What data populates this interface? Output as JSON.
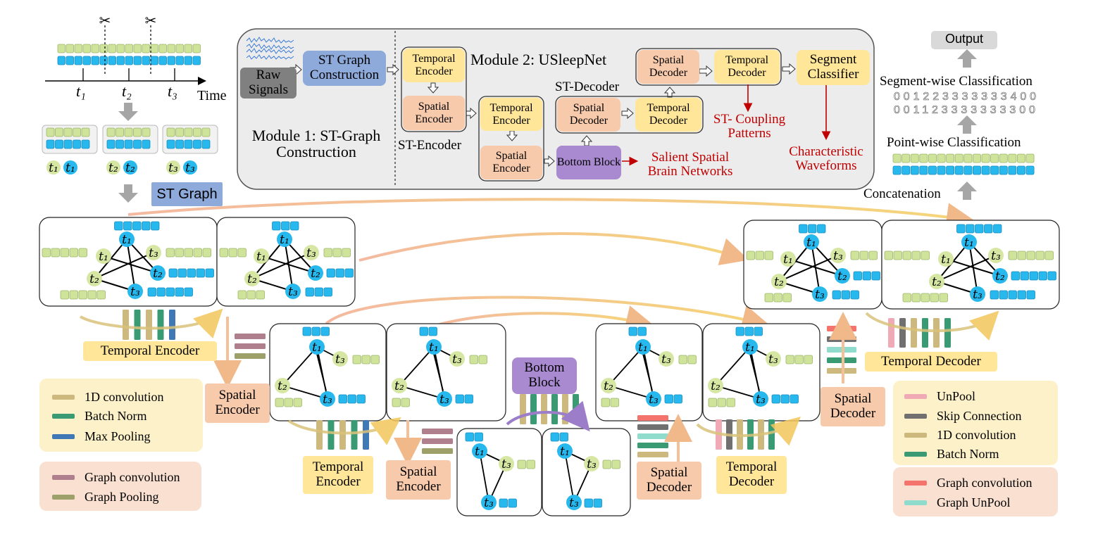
{
  "colors": {
    "green_cell": "#cfe39a",
    "blue_cell": "#27b9ee",
    "node_green": "#d6e7a3",
    "node_blue": "#27b9ee",
    "yellow": "#ffe699",
    "orange": "#f7caac",
    "purple": "#a98ad1",
    "blue_box": "#8eaadb",
    "gray_box": "#808080",
    "red": "#c00000",
    "conv": "#cdb87e",
    "bn": "#3a9a74",
    "maxpool": "#3f78b5",
    "graph_conv": "#b07f8e",
    "graph_pool": "#9ea06a",
    "unpool": "#f0aab6",
    "skip": "#707070",
    "graph_conv_dec": "#f4736c",
    "graph_unpool": "#8fdccd"
  },
  "top_left": {
    "time_label": "Time",
    "ticks": [
      "t₁",
      "t₂",
      "t₃"
    ],
    "node_pairs": [
      [
        "t₁",
        "t₁"
      ],
      [
        "t₂",
        "t₂"
      ],
      [
        "t₃",
        "t₃"
      ]
    ],
    "st_graph_label": "ST Graph"
  },
  "module": {
    "raw_signals": "Raw Signals",
    "st_graph_construction": "ST Graph Construction",
    "module1_title": "Module 1: ST-Graph Construction",
    "module2_title": "Module 2: USleepNet",
    "temporal_encoder": "Temporal Encoder",
    "spatial_encoder": "Spatial Encoder",
    "st_encoder": "ST-Encoder",
    "bottom_block": "Bottom Block",
    "st_decoder": "ST-Decoder",
    "spatial_decoder": "Spatial Decoder",
    "temporal_decoder": "Temporal Decoder",
    "segment_classifier": "Segment Classifier",
    "st_coupling": "ST- Coupling Patterns",
    "characteristic": "Characteristic Waveforms",
    "salient": "Salient Spatial Brain Networks"
  },
  "right_top": {
    "output": "Output",
    "segment_wise": "Segment-wise Classification",
    "seg_row1": "001223333333400",
    "seg_row2": "001123333333300",
    "point_wise": "Point-wise Classification",
    "concatenation": "Concatenation"
  },
  "graph_nodes": {
    "t1": "t₁",
    "t2": "t₂",
    "t3": "t₃"
  },
  "labels": {
    "temporal_encoder": "Temporal Encoder",
    "spatial_encoder": "Spatial Encoder",
    "bottom_block": "Bottom Block",
    "spatial_decoder": "Spatial Decoder",
    "temporal_decoder": "Temporal Decoder"
  },
  "legend_left_1": [
    "1D convolution",
    "Batch Norm",
    "Max Pooling"
  ],
  "legend_left_2": [
    "Graph convolution",
    "Graph Pooling"
  ],
  "legend_right_1": [
    "UnPool",
    "Skip Connection",
    "1D convolution",
    "Batch Norm"
  ],
  "legend_right_2": [
    "Graph convolution",
    "Graph UnPool"
  ]
}
